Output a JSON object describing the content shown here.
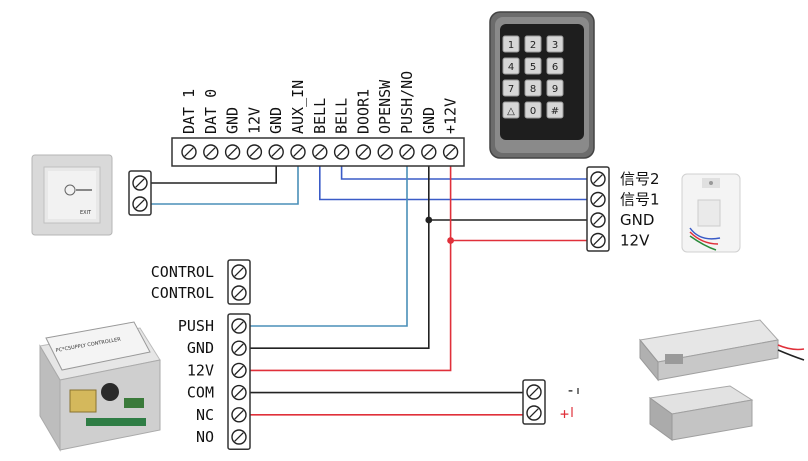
{
  "colors": {
    "black_wire": "#222222",
    "blue_wire": "#3a5bc7",
    "teal_wire": "#4a8fb8",
    "red_wire": "#e0303a",
    "terminal_outline": "#333333"
  },
  "controller_terminals": [
    "DAT 1",
    "DAT 0",
    "GND",
    "12V",
    "GND",
    "AUX_IN",
    "BELL",
    "BELL",
    "DOOR1",
    "OPENSW",
    "PUSH/NO",
    "GND",
    "+12V"
  ],
  "doorbell_terminals": [
    "信号2",
    "信号1",
    "GND",
    "12V"
  ],
  "power_supply_terminals": {
    "control": [
      "CONTROL",
      "CONTROL"
    ],
    "main": [
      "PUSH",
      "GND",
      "12V",
      "COM",
      "NC",
      "NO"
    ]
  },
  "lock_terminals": {
    "polarity": [
      "-",
      "+"
    ]
  },
  "keypad": {
    "keys": [
      "1",
      "2",
      "3",
      "4",
      "5",
      "6",
      "7",
      "8",
      "9",
      "△",
      "0",
      "#"
    ]
  },
  "exit_button": {
    "icon": "exit-button-icon"
  },
  "power_supply_device": {
    "plate_text": "PC*CSUPPLY CONTROLLER"
  }
}
